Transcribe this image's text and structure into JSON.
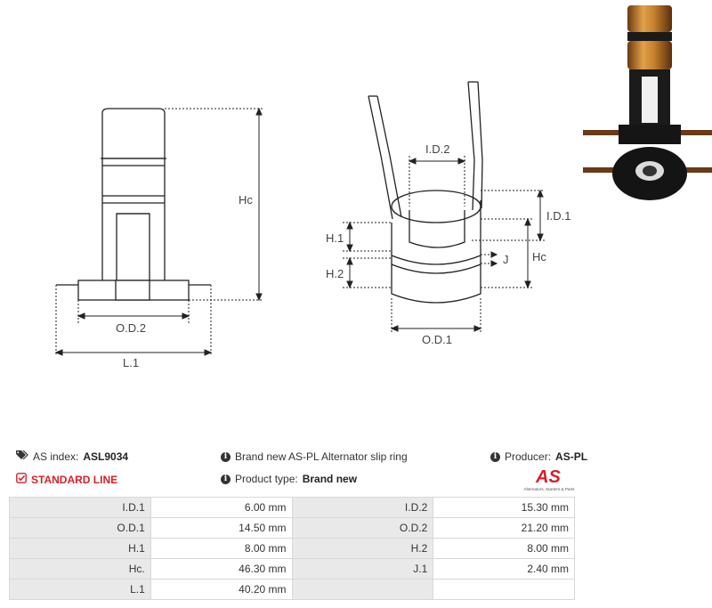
{
  "drawing": {
    "labels": {
      "hc_left": "Hc",
      "od2": "O.D.2",
      "l1": "L.1",
      "id2": "I.D.2",
      "id1": "I.D.1",
      "h1": "H.1",
      "h2": "H.2",
      "j": "J",
      "hc_right": "Hc",
      "od1": "O.D.1"
    }
  },
  "info": {
    "as_index_label": "AS index:",
    "as_index_value": "ASL9034",
    "line_label": "STANDARD LINE",
    "description": "Brand new AS-PL Alternator slip ring",
    "product_type_label": "Product type:",
    "product_type_value": "Brand new",
    "producer_label": "Producer:",
    "producer_value": "AS-PL",
    "logo_text": "AS",
    "logo_tagline": "Alternators, Starters & Parts"
  },
  "specs": [
    {
      "l1": "I.D.1",
      "v1": "6.00 mm",
      "l2": "I.D.2",
      "v2": "15.30 mm"
    },
    {
      "l1": "O.D.1",
      "v1": "14.50 mm",
      "l2": "O.D.2",
      "v2": "21.20 mm"
    },
    {
      "l1": "H.1",
      "v1": "8.00 mm",
      "l2": "H.2",
      "v2": "8.00 mm"
    },
    {
      "l1": "Hc.",
      "v1": "46.30 mm",
      "l2": "J.1",
      "v2": "2.40 mm"
    },
    {
      "l1": "L.1",
      "v1": "40.20 mm",
      "l2": "",
      "v2": ""
    }
  ],
  "colors": {
    "accent_red": "#d81e2a",
    "label_bg": "#e9e9e9",
    "border": "#d8d8d8"
  }
}
